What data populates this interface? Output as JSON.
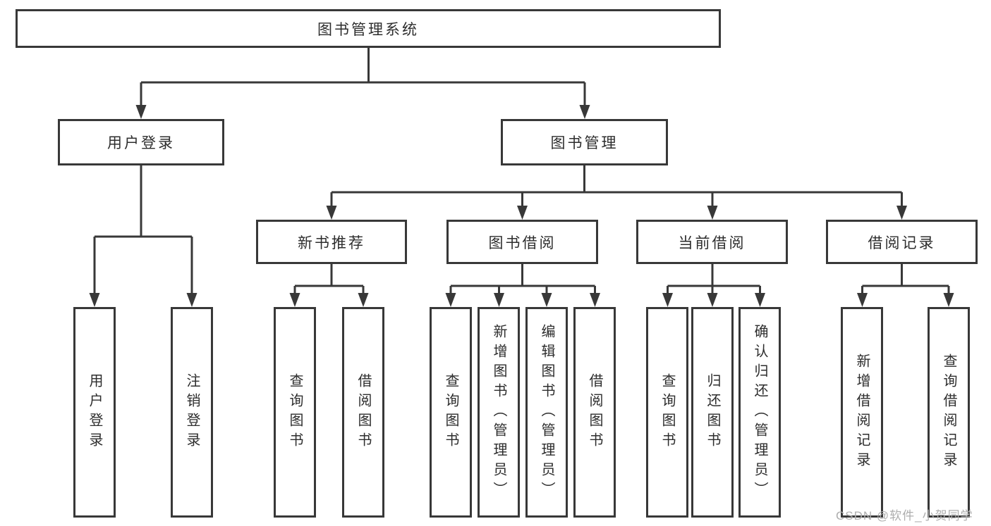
{
  "diagram": {
    "root": {
      "label": "图书管理系统"
    },
    "level2": [
      {
        "id": "user-login",
        "label": "用户登录"
      },
      {
        "id": "book-management",
        "label": "图书管理"
      }
    ],
    "level3": [
      {
        "id": "new-book-recommend",
        "label": "新书推荐"
      },
      {
        "id": "book-borrowing",
        "label": "图书借阅"
      },
      {
        "id": "current-borrowing",
        "label": "当前借阅"
      },
      {
        "id": "borrowing-records",
        "label": "借阅记录"
      }
    ],
    "leaves": {
      "login": [
        "用户登录",
        "注销登录"
      ],
      "newbooks": [
        "查询图书",
        "借阅图书"
      ],
      "borrow": [
        "查询图书",
        "新增图书（管理员）",
        "编辑图书（管理员）",
        "借阅图书"
      ],
      "current": [
        "查询图书",
        "归还图书",
        "确认归还（管理员）"
      ],
      "records": [
        "新增借阅记录",
        "查询借阅记录"
      ]
    }
  },
  "watermark": "CSDN @软件_小贺同学",
  "colors": {
    "line": "#383838",
    "text": "#2d2d2d",
    "watermark": "#aeaeae",
    "background": "#ffffff"
  }
}
